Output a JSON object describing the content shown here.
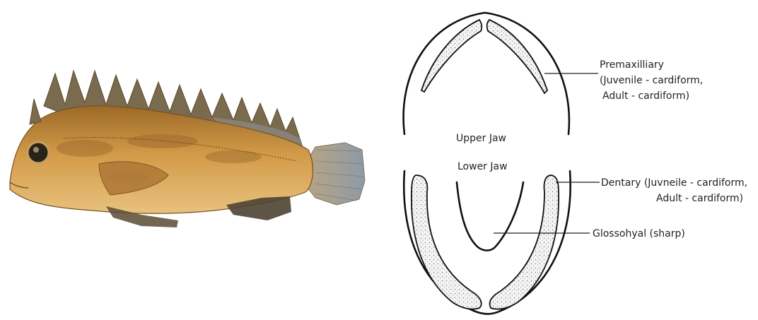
{
  "diagram": {
    "jaw_labels": {
      "upper": "Upper Jaw",
      "lower": "Lower Jaw"
    },
    "callouts": {
      "premaxilliary": [
        "Premaxilliary",
        "(Juvenile - cardiform,",
        "Adult - cardiform)"
      ],
      "dentary": [
        "Dentary (Juvneile - cardiform,",
        "Adult - cardiform)"
      ],
      "glossohyal": [
        "Glossohyal (sharp)"
      ]
    }
  },
  "colors": {
    "fish_body": "#c98a3a",
    "fish_dark": "#8a5a22",
    "fin": "#6e6a58",
    "outline": "#111111"
  }
}
